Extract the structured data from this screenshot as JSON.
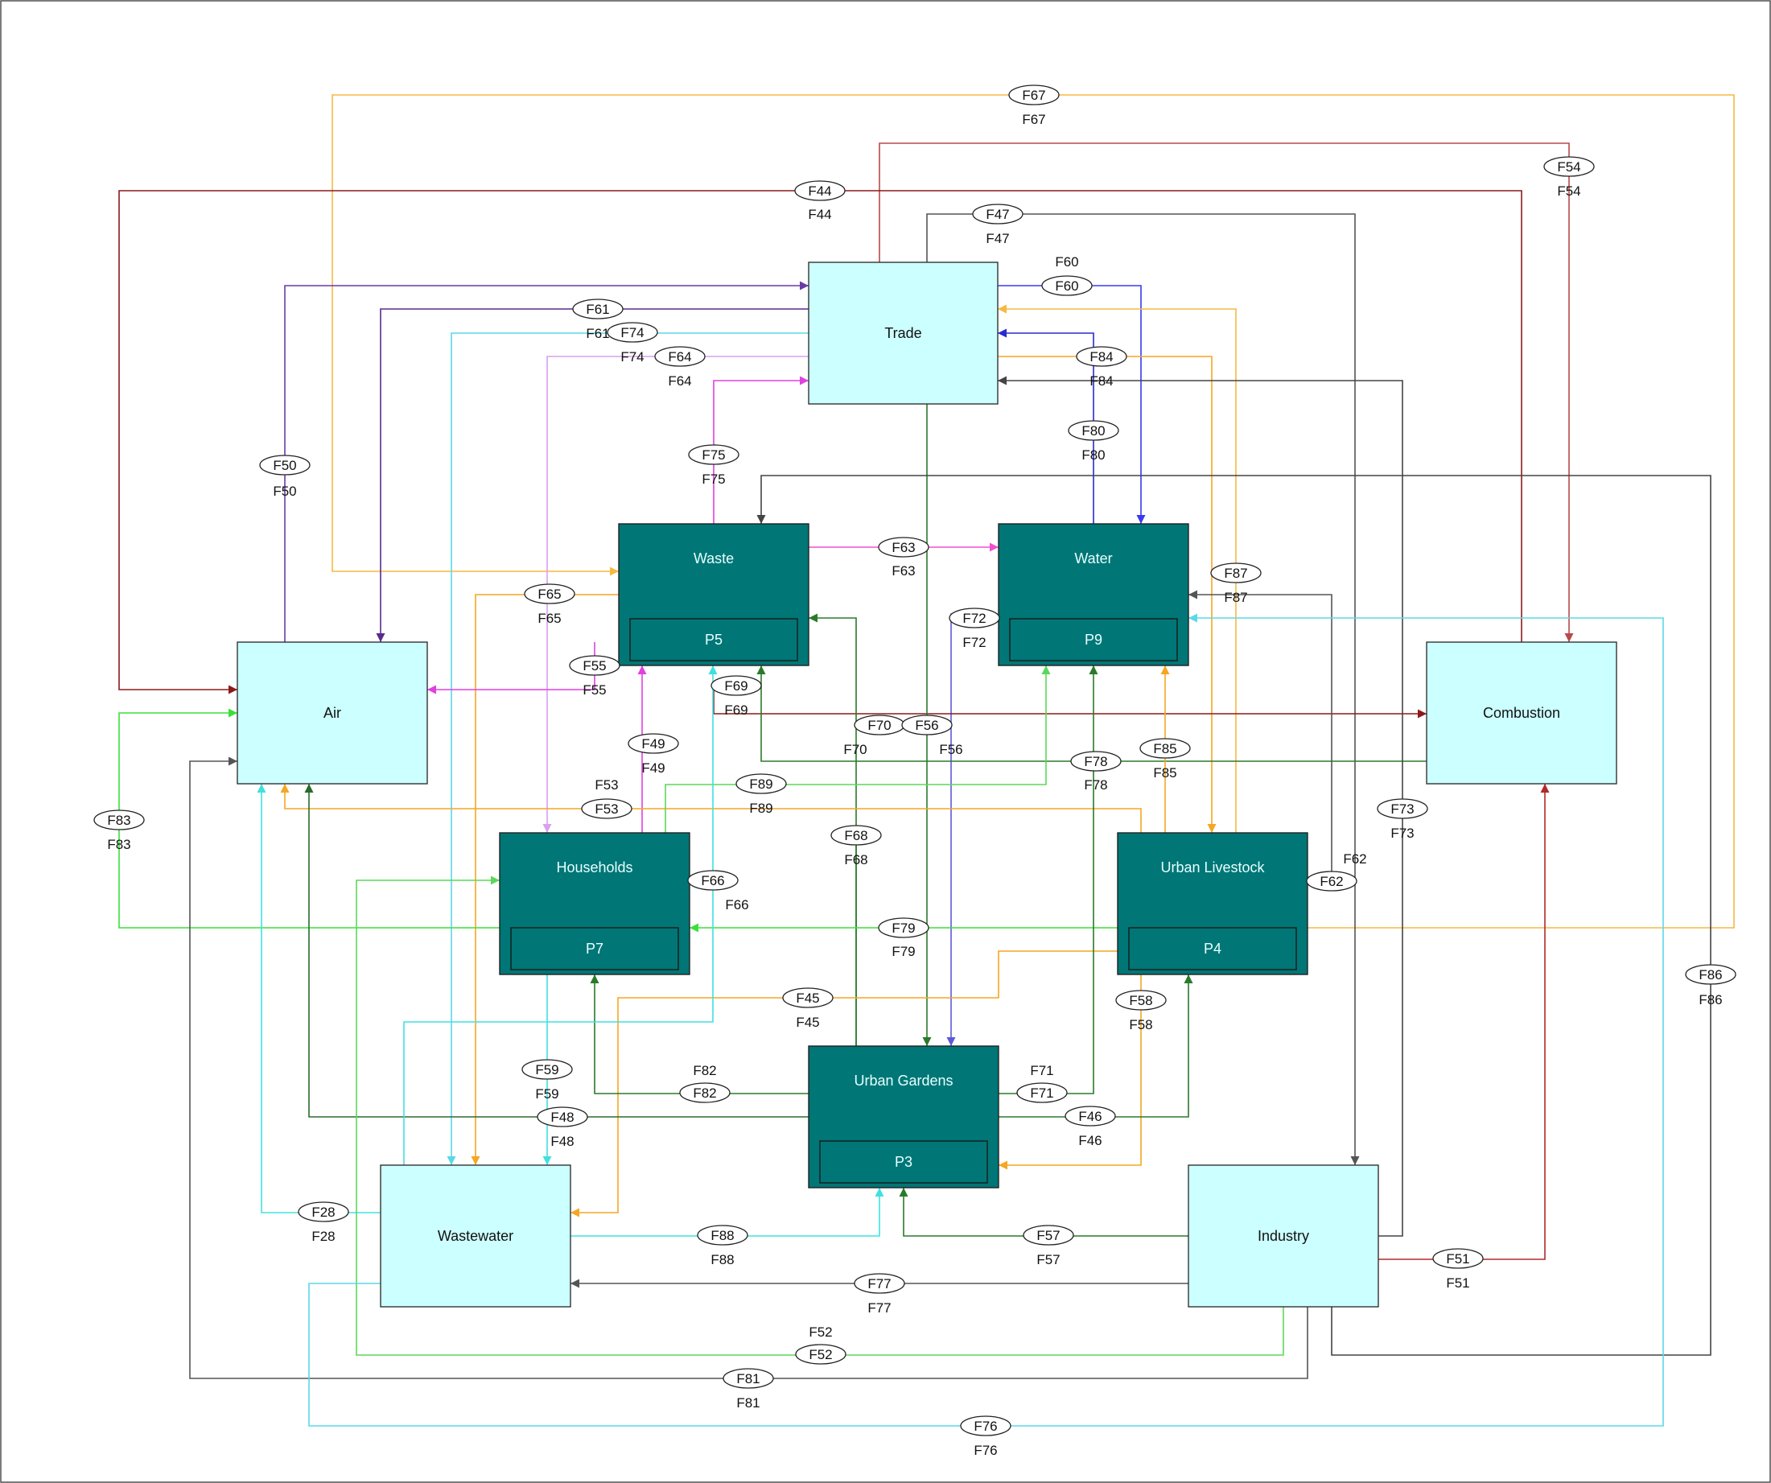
{
  "colors": {
    "process_fill": "#007676",
    "process_stroke": "#222222",
    "market_fill": "#ccffff",
    "market_stroke": "#333333",
    "background": "#ffffff"
  },
  "nodes": [
    {
      "id": "trade",
      "label": "Trade",
      "kind": "market"
    },
    {
      "id": "air",
      "label": "Air",
      "kind": "market"
    },
    {
      "id": "combustion",
      "label": "Combustion",
      "kind": "market"
    },
    {
      "id": "wastewater",
      "label": "Wastewater",
      "kind": "market"
    },
    {
      "id": "industry",
      "label": "Industry",
      "kind": "market"
    },
    {
      "id": "waste",
      "label": "Waste",
      "process": "P5",
      "kind": "process"
    },
    {
      "id": "water",
      "label": "Water",
      "process": "P9",
      "kind": "process"
    },
    {
      "id": "households",
      "label": "Households",
      "process": "P7",
      "kind": "process"
    },
    {
      "id": "livestock",
      "label": "Urban Livestock",
      "process": "P4",
      "kind": "process"
    },
    {
      "id": "gardens",
      "label": "Urban Gardens",
      "process": "P3",
      "kind": "process"
    }
  ],
  "flows": [
    {
      "id": "F67",
      "color": "#f5b942"
    },
    {
      "id": "F54",
      "color": "#b84a4a"
    },
    {
      "id": "F44",
      "color": "#8b1a1a"
    },
    {
      "id": "F47",
      "color": "#555555"
    },
    {
      "id": "F60",
      "color": "#3a3af0"
    },
    {
      "id": "F61",
      "color": "#5b2a8c"
    },
    {
      "id": "F74",
      "color": "#5ad8e8"
    },
    {
      "id": "F64",
      "color": "#d9a0f0"
    },
    {
      "id": "F84",
      "color": "#f5a623"
    },
    {
      "id": "F80",
      "color": "#2a2ad0"
    },
    {
      "id": "F50",
      "color": "#6a3aa8"
    },
    {
      "id": "F75",
      "color": "#e040e0"
    },
    {
      "id": "F63",
      "color": "#f050d0"
    },
    {
      "id": "F87",
      "color": "#f5b942"
    },
    {
      "id": "F65",
      "color": "#f5a623"
    },
    {
      "id": "F72",
      "color": "#5a5ad8"
    },
    {
      "id": "F55",
      "color": "#e040e0"
    },
    {
      "id": "F69",
      "color": "#8b1a1a"
    },
    {
      "id": "F70",
      "color": "#2a7a2a"
    },
    {
      "id": "F56",
      "color": "#2a7a2a"
    },
    {
      "id": "F78",
      "color": "#2a7a2a"
    },
    {
      "id": "F85",
      "color": "#f5a623"
    },
    {
      "id": "F49",
      "color": "#e040e0"
    },
    {
      "id": "F53",
      "color": "#f5a623"
    },
    {
      "id": "F89",
      "color": "#5ad85a"
    },
    {
      "id": "F73",
      "color": "#444444"
    },
    {
      "id": "F83",
      "color": "#3ae03a"
    },
    {
      "id": "F68",
      "color": "#2a7a2a"
    },
    {
      "id": "F62",
      "color": "#555555"
    },
    {
      "id": "F66",
      "color": "#40e0e0"
    },
    {
      "id": "F79",
      "color": "#3ae03a"
    },
    {
      "id": "F86",
      "color": "#444444"
    },
    {
      "id": "F45",
      "color": "#f5a623"
    },
    {
      "id": "F58",
      "color": "#f5a623"
    },
    {
      "id": "F59",
      "color": "#40e0e0"
    },
    {
      "id": "F82",
      "color": "#2a7a2a"
    },
    {
      "id": "F71",
      "color": "#2a7a2a"
    },
    {
      "id": "F48",
      "color": "#2a6a2a"
    },
    {
      "id": "F46",
      "color": "#2a7a2a"
    },
    {
      "id": "F28",
      "color": "#40e0e0"
    },
    {
      "id": "F88",
      "color": "#40e0e0"
    },
    {
      "id": "F57",
      "color": "#2a7a2a"
    },
    {
      "id": "F51",
      "color": "#b02a2a"
    },
    {
      "id": "F77",
      "color": "#555555"
    },
    {
      "id": "F52",
      "color": "#5ad85a"
    },
    {
      "id": "F81",
      "color": "#555555"
    },
    {
      "id": "F76",
      "color": "#5ad8e8"
    }
  ]
}
